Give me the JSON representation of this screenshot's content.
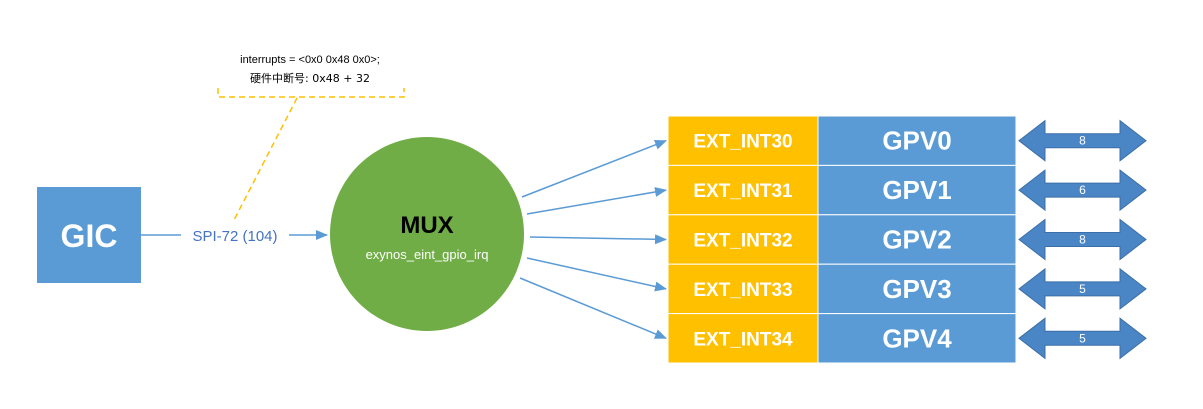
{
  "annotation": {
    "line1": "interrupts = <0x0 0x48 0x0>;",
    "line2": "硬件中断号: 0x48 + 32"
  },
  "gic": {
    "label": "GIC"
  },
  "link": {
    "label": "SPI-72 (104)"
  },
  "mux": {
    "title": "MUX",
    "subtitle": "exynos_eint_gpio_irq"
  },
  "rows": [
    {
      "eint": "EXT_INT30",
      "bank": "GPV0",
      "pins": "8"
    },
    {
      "eint": "EXT_INT31",
      "bank": "GPV1",
      "pins": "6"
    },
    {
      "eint": "EXT_INT32",
      "bank": "GPV2",
      "pins": "8"
    },
    {
      "eint": "EXT_INT33",
      "bank": "GPV3",
      "pins": "5"
    },
    {
      "eint": "EXT_INT34",
      "bank": "GPV4",
      "pins": "5"
    }
  ],
  "colors": {
    "gic": "#5B9BD5",
    "mux": "#70AD47",
    "eint": "#FFC000",
    "bank": "#5B9BD5",
    "pins_arrow": "#4A86C5",
    "line": "#5B9BD5",
    "annotation_line": "#FFC000",
    "white": "#FFFFFF"
  }
}
